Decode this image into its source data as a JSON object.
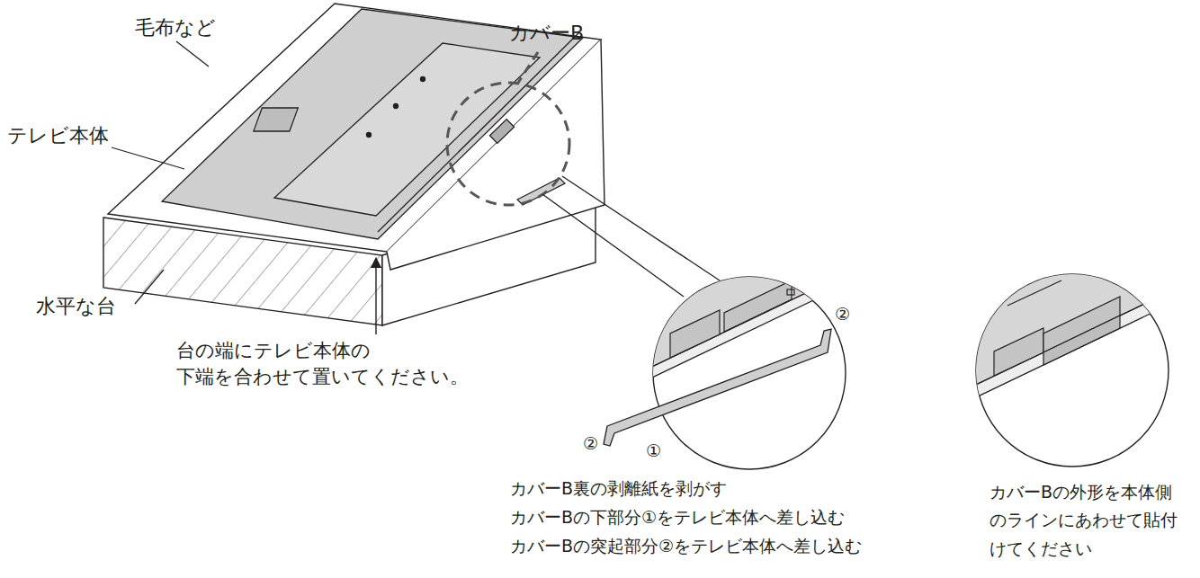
{
  "diagram": {
    "labels": [
      "毛布など",
      "カバーB",
      "テレビ本体",
      "水平な台",
      "台の端にテレビ本体の 下端を合わせて置いてください。",
      "②",
      "②",
      "①",
      "カバーB裏の剥離紙を剥がす",
      "カバーBの下部分①をテレビ本体へ差し込む",
      "カバーBの突起部分②をテレビ本体へ差し込む",
      "カバーBの外形を本体側 のラインにあわせて貼付 けてください"
    ]
  }
}
